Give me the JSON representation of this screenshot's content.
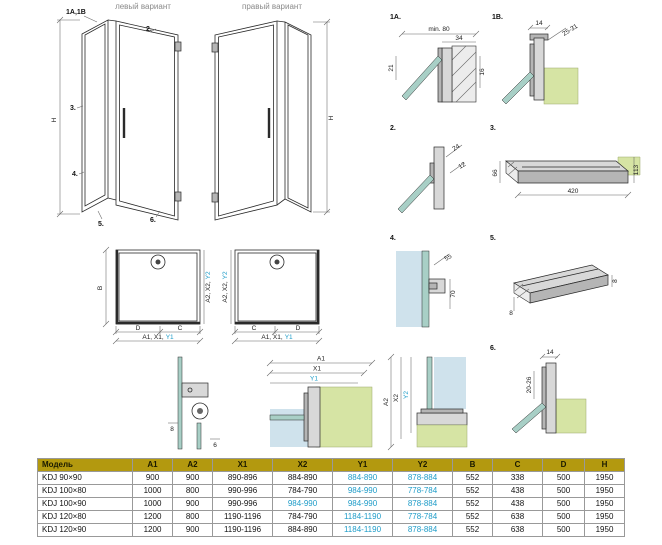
{
  "labels": {
    "left_variant": "левый вариант",
    "right_variant": "правый вариант"
  },
  "axon": {
    "left": {
      "callout_1a1b": "1A,1B",
      "callout_2": "2.",
      "callout_3": "3.",
      "callout_4": "4.",
      "callout_5": "5.",
      "callout_6": "6.",
      "dim_h": "H"
    },
    "right": {
      "dim_h": "H"
    }
  },
  "details": {
    "d1a": {
      "id": "1A.",
      "dim_min": "min. 80",
      "dim_34": "34",
      "dim_16": "16",
      "dim_21": "21"
    },
    "d1b": {
      "id": "1B.",
      "dim_14": "14",
      "dim_25_31": "25-31"
    },
    "d2": {
      "id": "2.",
      "dim_24": "24",
      "dim_12": "12"
    },
    "d3": {
      "id": "3.",
      "dim_113": "113",
      "dim_420": "420",
      "dim_66": "66"
    },
    "d4": {
      "id": "4.",
      "dim_55": "55",
      "dim_70": "70"
    },
    "d5": {
      "id": "5.",
      "dim_8a": "8",
      "dim_8b": "8"
    },
    "d6": {
      "id": "6.",
      "dim_14": "14",
      "dim_20_26": "20-26"
    }
  },
  "plans": {
    "left": {
      "dim_b": "B",
      "dim_d": "D",
      "dim_c": "C",
      "bottom_dims": "A1, X1,",
      "bottom_dim_blue": "Y1",
      "side_dims": "A2, X2,",
      "side_dim_blue": "Y2"
    },
    "right": {
      "dim_c": "C",
      "dim_d": "D",
      "bottom_dims": "A1, X1,",
      "bottom_dim_blue": "Y1",
      "side_dims": "A2, X2,",
      "side_dim_blue": "Y2"
    }
  },
  "bottom_details": {
    "hinge": {
      "dim_8": "8",
      "dim_6": "6"
    },
    "corner_a1": {
      "dim_a1": "A1",
      "dim_x1": "X1",
      "dim_y1": "Y1"
    },
    "corner_a2": {
      "dim_a2": "A2",
      "dim_x2": "X2",
      "dim_y2": "Y2"
    }
  },
  "table": {
    "headers": [
      "Модель",
      "A1",
      "A2",
      "X1",
      "X2",
      "Y1",
      "Y2",
      "B",
      "C",
      "D",
      "H"
    ],
    "rows": [
      [
        "KDJ 90×90",
        "900",
        "900",
        "890-896",
        "884-890",
        "884-890",
        "878-884",
        "552",
        "338",
        "500",
        "1950"
      ],
      [
        "KDJ 100×80",
        "1000",
        "800",
        "990-996",
        "784-790",
        "984-990",
        "778-784",
        "552",
        "438",
        "500",
        "1950"
      ],
      [
        "KDJ 100×90",
        "1000",
        "900",
        "990-996",
        "984-990",
        "984-990",
        "878-884",
        "552",
        "438",
        "500",
        "1950"
      ],
      [
        "KDJ 120×80",
        "1200",
        "800",
        "1190-1196",
        "784-790",
        "1184-1190",
        "778-784",
        "552",
        "638",
        "500",
        "1950"
      ],
      [
        "KDJ 120×90",
        "1200",
        "900",
        "1190-1196",
        "884-890",
        "1184-1190",
        "878-884",
        "552",
        "638",
        "500",
        "1950"
      ]
    ],
    "blue_columns": [
      5,
      6
    ],
    "blue_cells": [
      {
        "row": 2,
        "col": 4
      }
    ]
  },
  "colors": {
    "header_bg": "#b3990f",
    "header_text": "#1a1a00",
    "accent_blue": "#1e9cc8",
    "table_border": "#999999",
    "line": "#2a2a2a",
    "caption_gray": "#8a8a8a",
    "fill_glass_teal": "#a8cfc6",
    "fill_glass_blue": "#cfe2ec",
    "fill_wall_green": "#d6e4a4",
    "fill_profile_gray": "#d8d8d8",
    "fill_profile_dark": "#b5b5b5"
  }
}
